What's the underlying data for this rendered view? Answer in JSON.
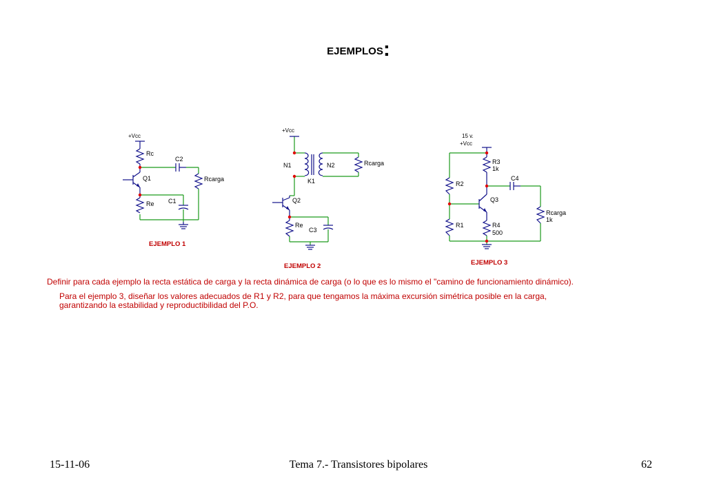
{
  "slide": {
    "title": "EJEMPLOS",
    "title_suffix": ":"
  },
  "diagram": {
    "ex1": {
      "caption": "EJEMPLO 1",
      "vcc": "+Vcc",
      "rc": "Rc",
      "c2": "C2",
      "q1": "Q1",
      "rcarga": "Rcarga",
      "re": "Re",
      "c1": "C1"
    },
    "ex2": {
      "caption": "EJEMPLO 2",
      "vcc": "+Vcc",
      "n1": "N1",
      "n2": "N2",
      "k1": "K1",
      "rcarga": "Rcarga",
      "q2": "Q2",
      "re": "Re",
      "c3": "C3"
    },
    "ex3": {
      "caption": "EJEMPLO 3",
      "vsupply": "15 v.",
      "vcc": "+Vcc",
      "r3": "R3",
      "r3_val": "1k",
      "c4": "C4",
      "r2": "R2",
      "q3": "Q3",
      "rcarga": "Rcarga",
      "rcarga_val": "1k",
      "r1": "R1",
      "r4": "R4",
      "r4_val": "500"
    },
    "colors": {
      "wire_green": "#1a9a1a",
      "wire_blue": "#10108a",
      "node_red": "#e00000",
      "text_red": "#c00000"
    }
  },
  "instructions": {
    "line1": "Definir para cada ejemplo la recta estática de carga y la recta dinámica de carga (o lo que es lo mismo el \"camino de funcionamiento dinámico).",
    "line2": "Para el ejemplo 3, diseñar los valores adecuados de R1 y R2, para que tengamos la máxima excursión simétrica posible en la carga,",
    "line3": "garantizando la estabilidad y reproductibilidad del P.O."
  },
  "footer": {
    "date": "15-11-06",
    "topic": "Tema 7.- Transistores bipolares",
    "page": "62"
  }
}
